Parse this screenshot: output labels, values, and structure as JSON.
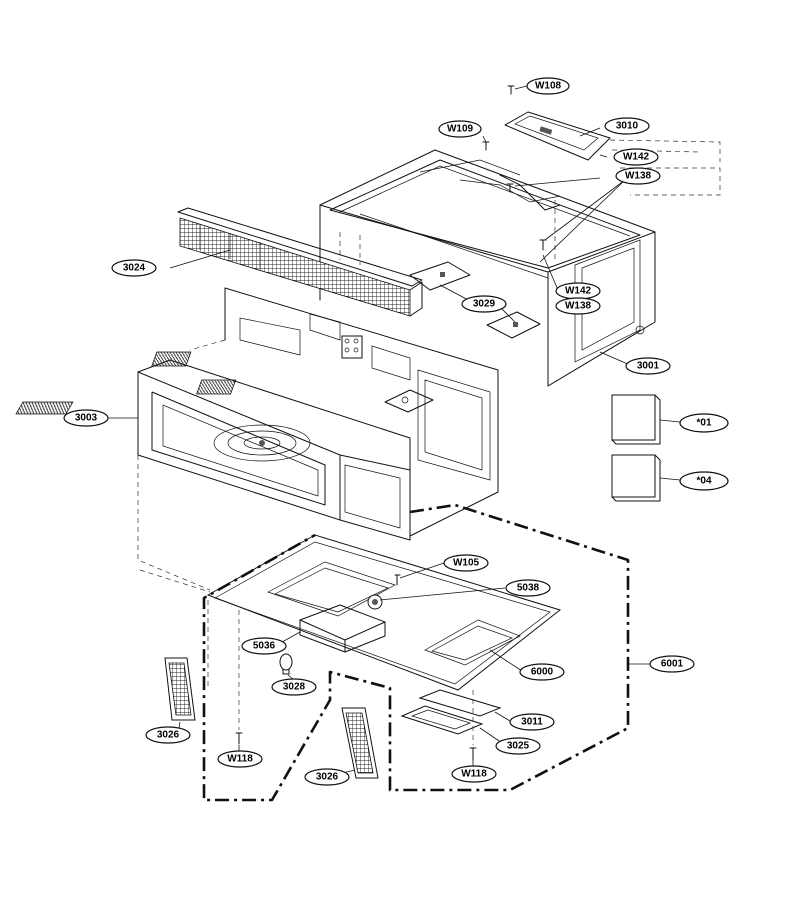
{
  "callouts": [
    {
      "id": "w108",
      "label": "W108"
    },
    {
      "id": "w109",
      "label": "W109"
    },
    {
      "id": "3010",
      "label": "3010"
    },
    {
      "id": "w142a",
      "label": "W142"
    },
    {
      "id": "w138a",
      "label": "W138"
    },
    {
      "id": "3024",
      "label": "3024"
    },
    {
      "id": "3029",
      "label": "3029"
    },
    {
      "id": "w142b",
      "label": "W142"
    },
    {
      "id": "w138b",
      "label": "W138"
    },
    {
      "id": "3001",
      "label": "3001"
    },
    {
      "id": "3003",
      "label": "3003"
    },
    {
      "id": "s01",
      "label": "*01"
    },
    {
      "id": "s04",
      "label": "*04"
    },
    {
      "id": "w105",
      "label": "W105"
    },
    {
      "id": "5038",
      "label": "5038"
    },
    {
      "id": "5036",
      "label": "5036"
    },
    {
      "id": "6000",
      "label": "6000"
    },
    {
      "id": "6001",
      "label": "6001"
    },
    {
      "id": "3028",
      "label": "3028"
    },
    {
      "id": "3011",
      "label": "3011"
    },
    {
      "id": "3026a",
      "label": "3026"
    },
    {
      "id": "3025",
      "label": "3025"
    },
    {
      "id": "w118a",
      "label": "W118"
    },
    {
      "id": "w118b",
      "label": "W118"
    },
    {
      "id": "3026b",
      "label": "3026"
    }
  ]
}
